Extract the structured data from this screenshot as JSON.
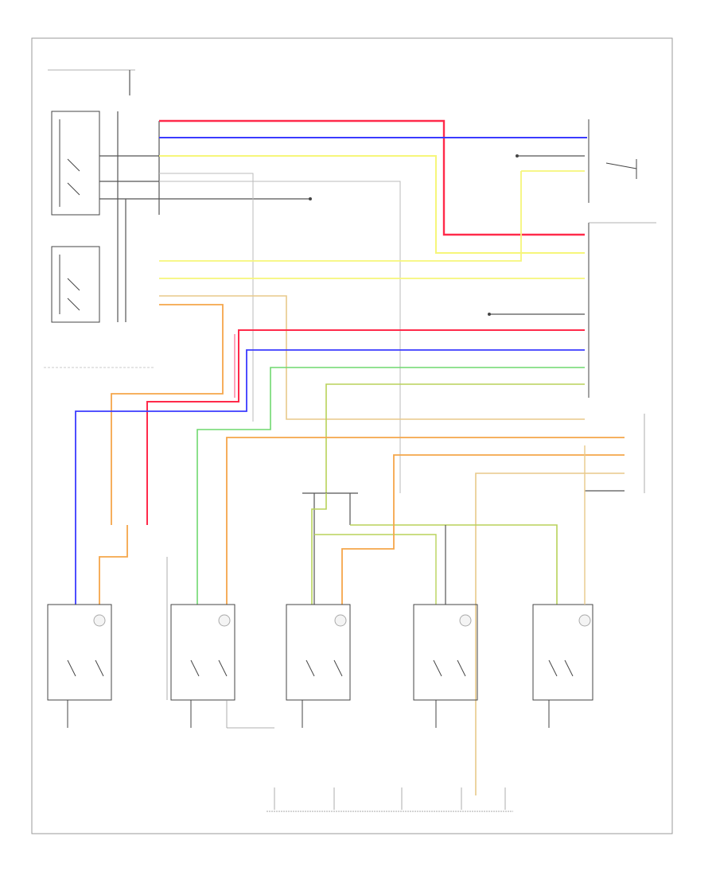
{
  "colors": {
    "red": "#ff2a4a",
    "blue": "#3b3bff",
    "yellow": "#f6f67a",
    "orange": "#f5a64a",
    "pink": "#ff8ca8",
    "green": "#6fd86f",
    "olive": "#b8d25a",
    "tan": "#e8c98a",
    "gray": "#9a9a9a",
    "black": "#555555"
  },
  "labels": {
    "page_number": "",
    "top_fuse": "",
    "door_lock_relay": "",
    "door_unlock_relay": "",
    "lh_junction_box": "",
    "driver_door_switch": "",
    "control_module": "",
    "connector_block": "",
    "ground_bus": ""
  },
  "lamps": [
    {
      "id": "lamp-driver",
      "label": ""
    },
    {
      "id": "lamp-passenger",
      "label": ""
    },
    {
      "id": "lamp-left-rear",
      "label": ""
    },
    {
      "id": "lamp-right-rear",
      "label": ""
    },
    {
      "id": "lamp-tailgate",
      "label": ""
    }
  ]
}
